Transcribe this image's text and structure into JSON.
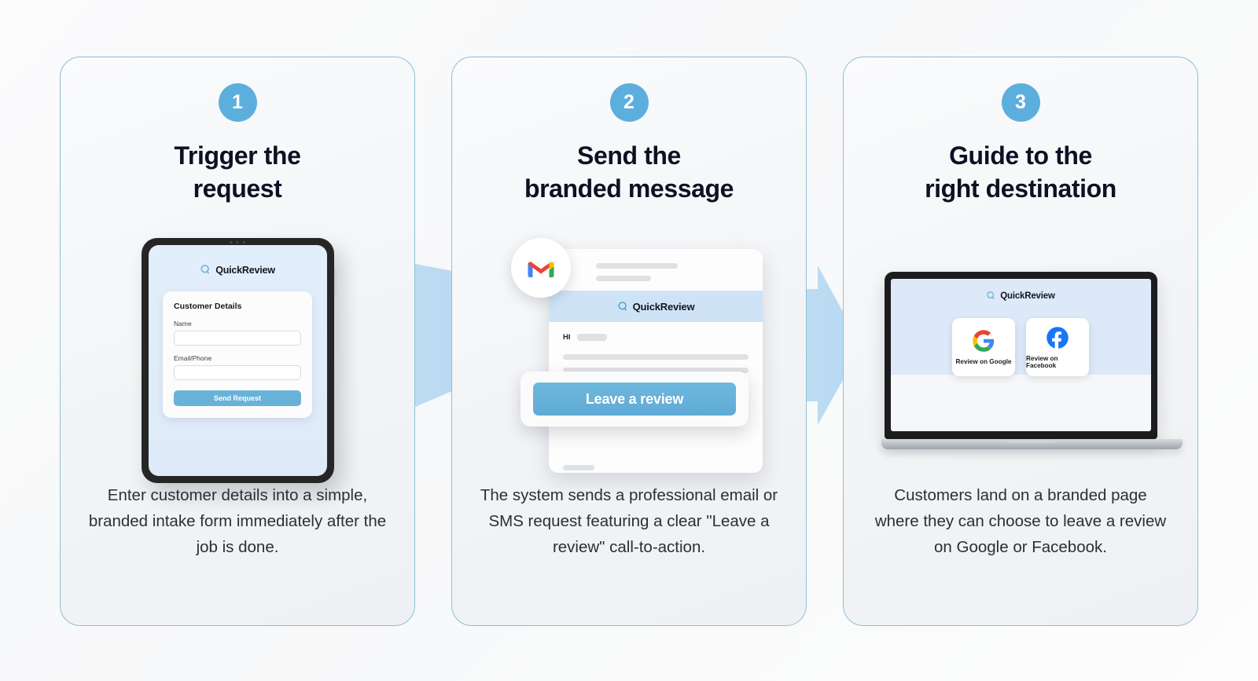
{
  "brand": {
    "name": "QuickReview",
    "accent": "#5cafdd",
    "border": "#8cc0d9",
    "heading_color": "#0d1124"
  },
  "panels": [
    {
      "number": "1",
      "title": "Trigger the\nrequest",
      "caption": "Enter customer details into a simple, branded intake form immediately after the job is done.",
      "device": {
        "type": "tablet",
        "brand_label": "QuickReview",
        "form": {
          "title": "Customer Details",
          "fields": [
            {
              "label": "Name",
              "value": "",
              "placeholder": ""
            },
            {
              "label": "Email/Phone",
              "value": "",
              "placeholder": ""
            }
          ],
          "submit_label": "Send Request"
        }
      }
    },
    {
      "number": "2",
      "title": "Send the\nbranded message",
      "caption": "The system sends a professional email or SMS request featuring a clear \"Leave a review\" call-to-action.",
      "device": {
        "type": "email",
        "provider_icon": "gmail-icon",
        "brand_label": "QuickReview",
        "greeting": "HI",
        "cta_label": "Leave a review"
      }
    },
    {
      "number": "3",
      "title": "Guide to the\nright destination",
      "caption": "Customers land on a branded page where they can choose to leave a review on Google or Facebook.",
      "device": {
        "type": "laptop",
        "brand_label": "QuickReview",
        "choices": [
          {
            "icon": "google-icon",
            "label": "Review on Google"
          },
          {
            "icon": "facebook-icon",
            "label": "Review on Facebook"
          }
        ]
      }
    }
  ],
  "connectors": [
    {
      "name": "arrow-step1-to-step2",
      "color": "#bedcf2"
    },
    {
      "name": "arrow-step2-to-step3",
      "color": "#bedcf2"
    }
  ]
}
